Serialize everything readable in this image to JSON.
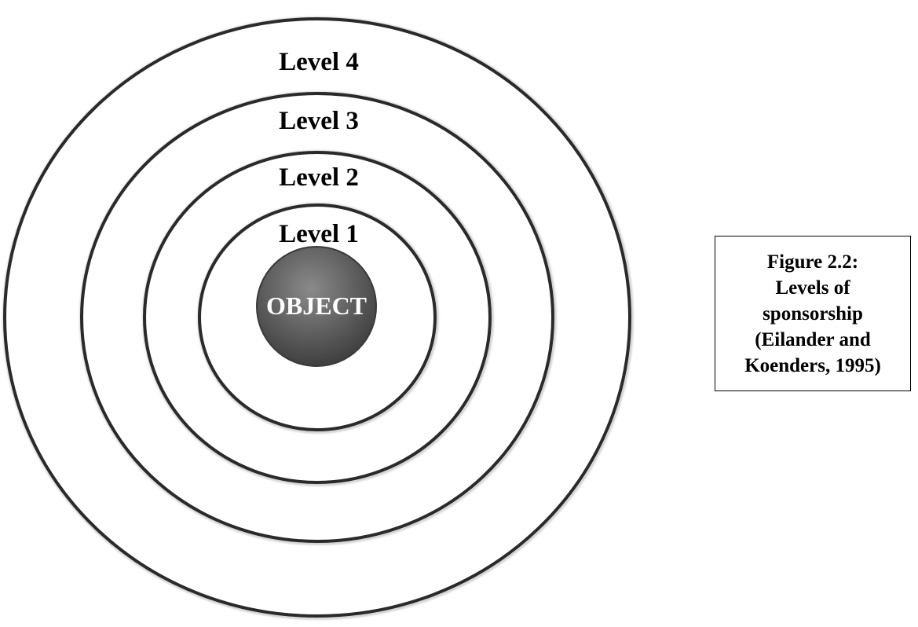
{
  "diagram": {
    "levels": [
      {
        "label": "Level 1"
      },
      {
        "label": "Level 2"
      },
      {
        "label": "Level 3"
      },
      {
        "label": "Level 4"
      }
    ],
    "center_label": "OBJECT"
  },
  "caption": {
    "lines": [
      "Figure 2.2:",
      "Levels of",
      "sponsorship",
      "(Eilander and",
      "Koenders, 1995)"
    ]
  },
  "colors": {
    "ring_stroke": "#2a2a2a",
    "object_fill": "#5e5e5e",
    "text": "#000000"
  }
}
